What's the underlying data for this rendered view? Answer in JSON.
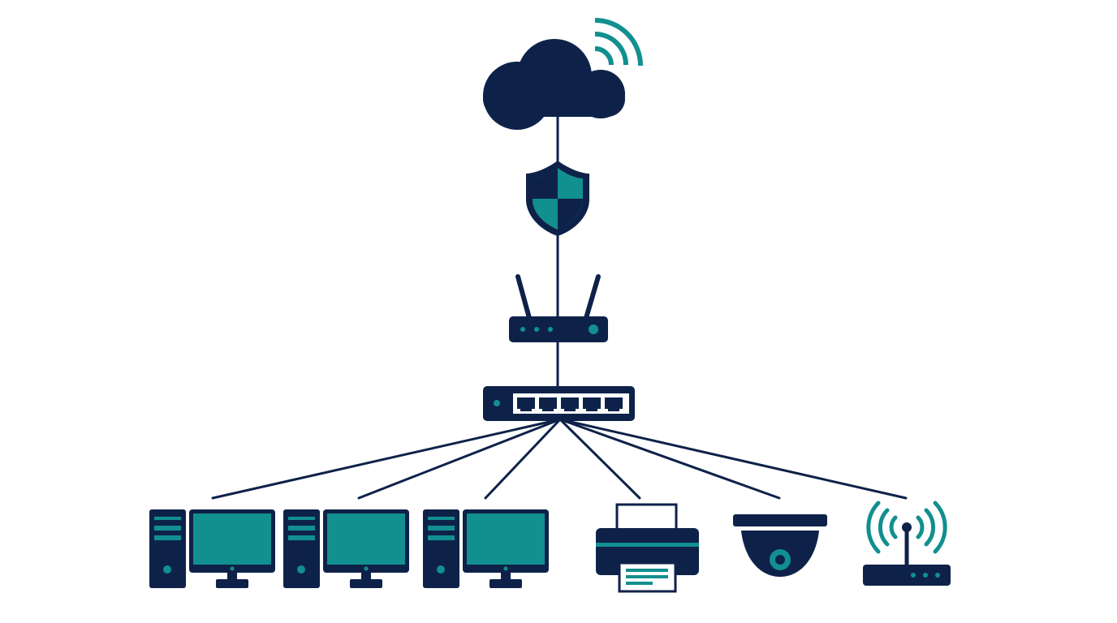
{
  "colors": {
    "background": "#ffffff",
    "navy": "#0e2249",
    "teal": "#128f8f"
  },
  "nodes": [
    {
      "id": "cloud",
      "icon": "cloud-icon"
    },
    {
      "id": "firewall",
      "icon": "shield-icon"
    },
    {
      "id": "router",
      "icon": "router-icon"
    },
    {
      "id": "switch",
      "icon": "network-switch-icon"
    },
    {
      "id": "workstation-1",
      "icon": "desktop-computer-icon"
    },
    {
      "id": "workstation-2",
      "icon": "desktop-computer-icon"
    },
    {
      "id": "workstation-3",
      "icon": "desktop-computer-icon"
    },
    {
      "id": "printer",
      "icon": "printer-icon"
    },
    {
      "id": "security-camera",
      "icon": "dome-camera-icon"
    },
    {
      "id": "wireless-access-point",
      "icon": "wireless-access-point-icon"
    }
  ],
  "connections": [
    {
      "from": "cloud",
      "to": "firewall"
    },
    {
      "from": "firewall",
      "to": "router"
    },
    {
      "from": "router",
      "to": "switch"
    },
    {
      "from": "switch",
      "to": "workstation-1"
    },
    {
      "from": "switch",
      "to": "workstation-2"
    },
    {
      "from": "switch",
      "to": "workstation-3"
    },
    {
      "from": "switch",
      "to": "printer"
    },
    {
      "from": "switch",
      "to": "security-camera"
    },
    {
      "from": "switch",
      "to": "wireless-access-point"
    }
  ]
}
